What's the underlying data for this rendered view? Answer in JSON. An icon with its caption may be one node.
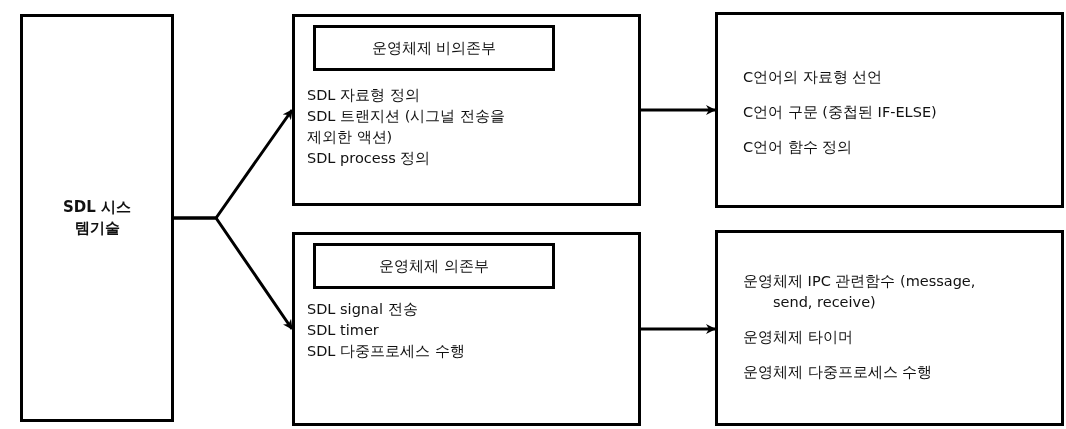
{
  "diagram": {
    "nodes": [
      {
        "text": [
          "SDL 시스템기술"
        ]
      },
      {
        "text": [
          "SDL 자료형 정의",
          "SDL 트랜지션 (시그널 전송을 제외한 액션)",
          "SDL process 정의"
        ]
      },
      {
        "text": [
          "운영체제 비의존부"
        ],
        "in": 1
      },
      {
        "text": [
          "C언어의 자료형 선언",
          "C언어 구문 (중첩된 IF-ELSE)",
          "C언어 함수 정의"
        ]
      },
      {
        "text": [
          "SDL signal 전송",
          "SDL timer",
          "SDL 다중프로세스 수행"
        ]
      },
      {
        "text": [
          "운영체제 의존부"
        ],
        "in": 4
      },
      {
        "text": [
          "운영체제 IPC 관련함수 (message, send, receive)",
          "운영체제 타이머",
          "운영체제 다중프로세스 수행"
        ]
      }
    ],
    "edges": [
      {
        "from": 0,
        "to": 1,
        "arrow": "to"
      },
      {
        "from": 0,
        "to": 4,
        "arrow": "to"
      },
      {
        "from": 1,
        "to": 3,
        "arrow": "to"
      },
      {
        "from": 4,
        "to": 6,
        "arrow": "to"
      }
    ]
  }
}
